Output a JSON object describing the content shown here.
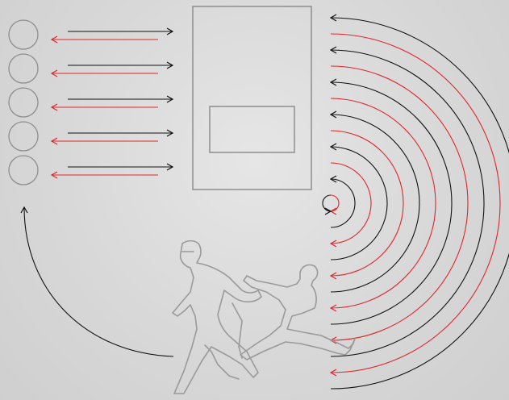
{
  "colors": {
    "background": "#dcdcdc",
    "outline_gray": "#8e8e8e",
    "arrow_black": "#111111",
    "arrow_red": "#e0262a",
    "figure_gray": "#9a9a9a"
  },
  "diagram": {
    "circle_count": 5,
    "horizontal_arrow_pairs": 5,
    "semicircle_arcs": 13,
    "arc_color_sequence": [
      "black",
      "red",
      "black",
      "red",
      "black",
      "red",
      "black",
      "red",
      "black",
      "red",
      "black",
      "red",
      "black"
    ],
    "return_arrow": "black",
    "figures": [
      "running-figure-front",
      "running-figure-behind"
    ],
    "icons": [
      "circle-node-icon",
      "arrow-right-icon",
      "arrow-left-icon",
      "running-person-icon"
    ]
  }
}
